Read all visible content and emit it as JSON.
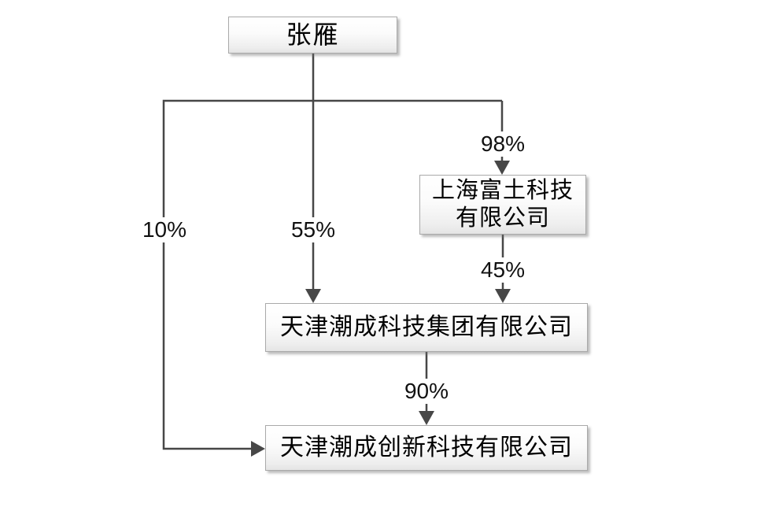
{
  "nodes": {
    "person": {
      "label": "张雁"
    },
    "shanghai": {
      "line1": "上海富土科技",
      "line2": "有限公司"
    },
    "group": {
      "label": "天津潮成科技集团有限公司"
    },
    "innovation": {
      "label": "天津潮成创新科技有限公司"
    }
  },
  "edges": {
    "person_to_shanghai": {
      "label": "98%"
    },
    "person_to_group": {
      "label": "55%"
    },
    "person_to_innovation": {
      "label": "10%"
    },
    "shanghai_to_group": {
      "label": "45%"
    },
    "group_to_innovation": {
      "label": "90%"
    }
  },
  "colors": {
    "line": "#474747",
    "box_border": "#a9a9a9",
    "box_bg_top": "#ffffff",
    "box_bg_bottom": "#e4e4e4",
    "text": "#000000"
  }
}
